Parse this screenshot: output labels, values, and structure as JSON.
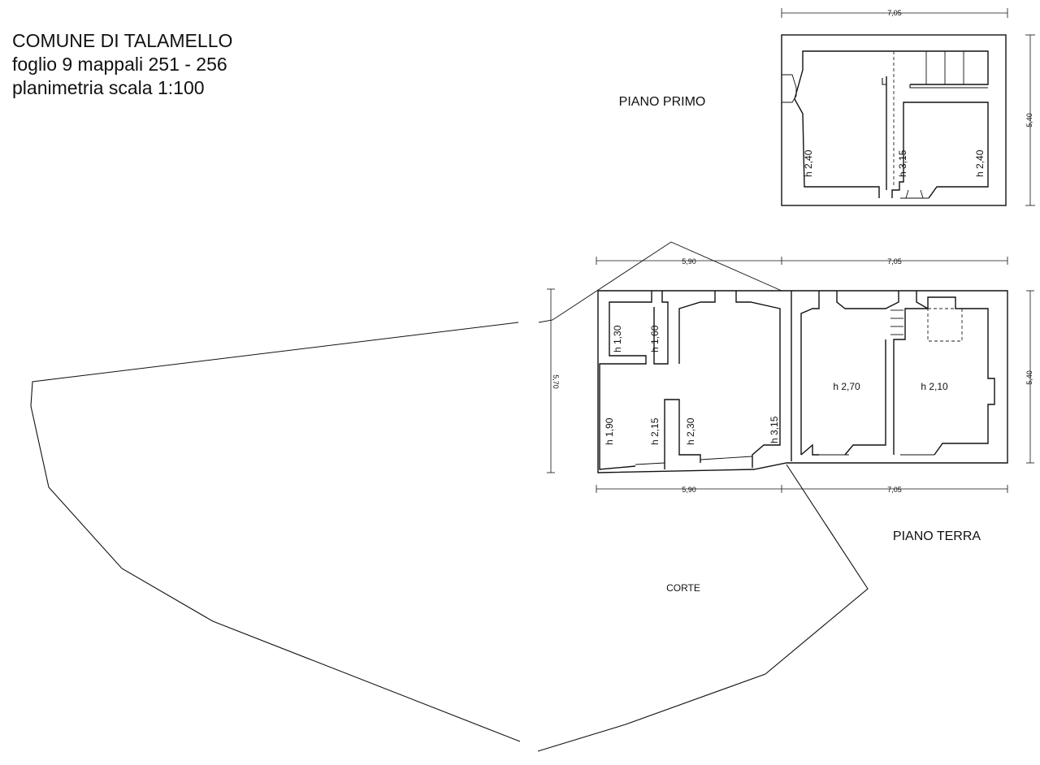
{
  "header": {
    "line1": "COMUNE DI TALAMELLO",
    "line2": "foglio 9 mappali 251 - 256",
    "line3": "planimetria scala 1:100"
  },
  "piano_primo": {
    "label": "PIANO PRIMO",
    "dim_width": "7,05",
    "dim_height": "5,40",
    "heights": [
      "h 2,40",
      "h 3,15",
      "h 2,40"
    ]
  },
  "piano_terra": {
    "label": "PIANO TERRA",
    "dim_top_left": "5,90",
    "dim_top_right": "7,05",
    "dim_bottom_left": "5,90",
    "dim_bottom_right": "7,05",
    "dim_left": "5,70",
    "dim_right": "5,40",
    "heights": [
      "h 1,30",
      "h 1,60",
      "h 1,90",
      "h 2,15",
      "h 2,30",
      "h 3,15",
      "h 2,70",
      "h 2,10"
    ]
  },
  "corte": {
    "label": "CORTE"
  }
}
